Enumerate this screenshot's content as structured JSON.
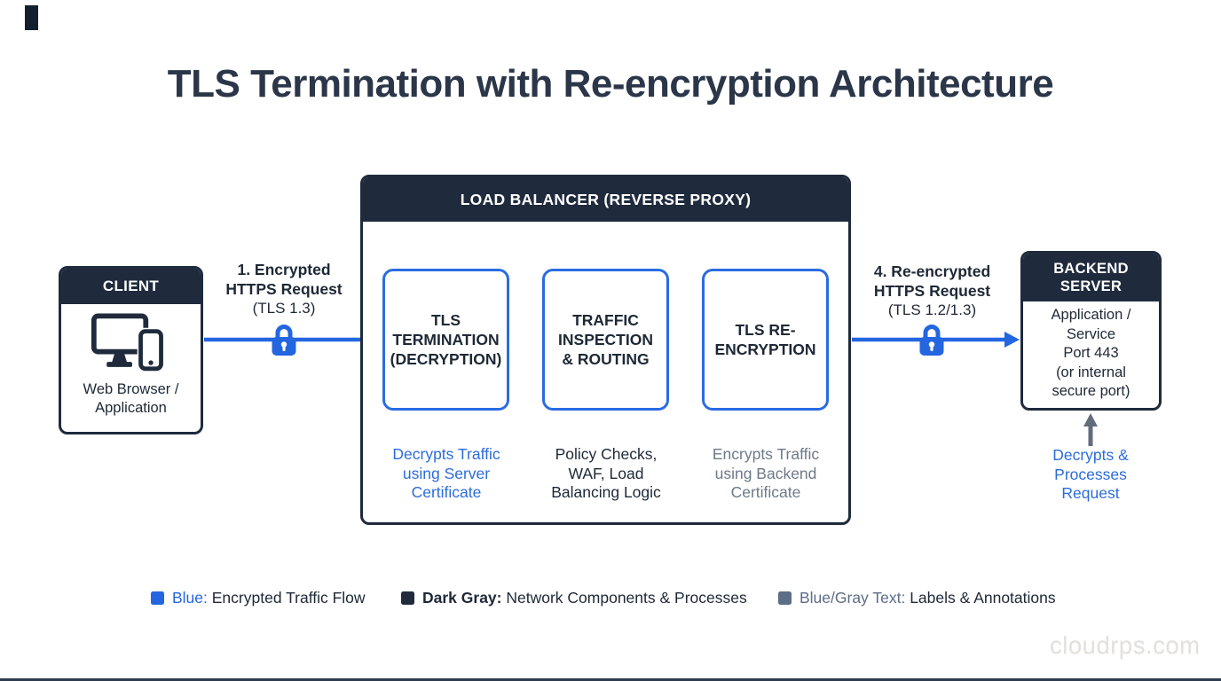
{
  "title": "TLS Termination with Re-encryption Architecture",
  "colors": {
    "blue": "#2466E0",
    "dark_navy": "#1F2B3D",
    "slate_gray": "#626D7C",
    "blue_text": "#2C6CD9",
    "gray_text": "#6E7988"
  },
  "client": {
    "header": "CLIENT",
    "icon": "desktop-and-phone-icon",
    "body_lines": [
      "Web Browser /",
      "Application"
    ]
  },
  "flow_in": {
    "icon": "lock-icon",
    "lines": [
      "1. Encrypted",
      "HTTPS Request",
      "(TLS 1.3)"
    ]
  },
  "load_balancer": {
    "header": "LOAD BALANCER (REVERSE PROXY)",
    "stages": [
      {
        "lines": [
          "TLS",
          "TERMINATION",
          "(DECRYPTION)"
        ],
        "annotation_lines": [
          "Decrypts Traffic",
          "using Server",
          "Certificate"
        ]
      },
      {
        "lines": [
          "TRAFFIC",
          "INSPECTION",
          "& ROUTING"
        ],
        "annotation_lines": [
          "Policy Checks,",
          "WAF, Load",
          "Balancing Logic"
        ]
      },
      {
        "lines": [
          "TLS RE-",
          "ENCRYPTION"
        ],
        "annotation_lines": [
          "Encrypts Traffic",
          "using Backend",
          "Certificate"
        ]
      }
    ]
  },
  "flow_out": {
    "icon": "lock-icon",
    "lines": [
      "4. Re-encrypted",
      "HTTPS Request",
      "(TLS 1.2/1.3)"
    ]
  },
  "backend": {
    "header": "BACKEND SERVER",
    "body_lines": [
      "Application /",
      "Service",
      "Port 443",
      "(or internal",
      "secure port)"
    ],
    "annotation_lines": [
      "Decrypts &",
      "Processes",
      "Request"
    ]
  },
  "legend": [
    {
      "swatch": "#2466E0",
      "term": "Blue:",
      "desc": " Encrypted Traffic Flow"
    },
    {
      "swatch": "#1F2B3D",
      "term": "Dark Gray:",
      "desc": " Network Components & Processes"
    },
    {
      "swatch": "#5C6D87",
      "term": "Blue/Gray Text:",
      "desc": " Labels & Annotations"
    }
  ],
  "watermark": "cloudrps.com"
}
